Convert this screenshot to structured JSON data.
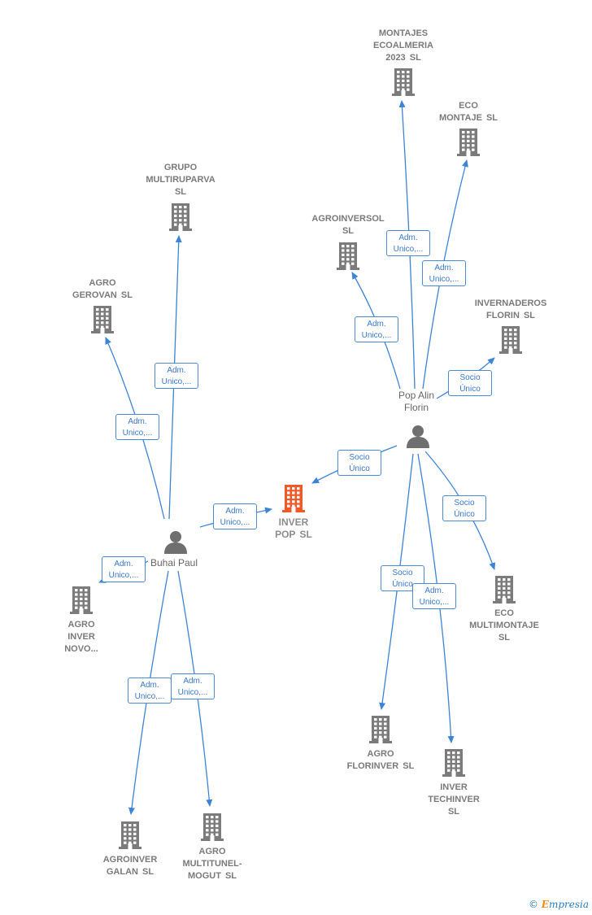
{
  "colors": {
    "edge": "#3d84d6",
    "building": "#7b7b7b",
    "focus": "#f05a28",
    "person": "#6f6f6f"
  },
  "focus": {
    "label": "INVER\nPOP  SL"
  },
  "persons": [
    {
      "id": "pop",
      "label": "Pop Alin\nFlorin"
    },
    {
      "id": "buhai",
      "label": "Buhai Paul"
    }
  ],
  "companies": [
    {
      "id": "montajes",
      "label": "MONTAJES\nECOALMERIA\n2023  SL"
    },
    {
      "id": "eco_montaje",
      "label": "ECO\nMONTAJE  SL"
    },
    {
      "id": "agroinversol",
      "label": "AGROINVERSOL\nSL"
    },
    {
      "id": "invernaderos",
      "label": "INVERNADEROS\nFLORIN  SL"
    },
    {
      "id": "grupo",
      "label": "GRUPO\nMULTIRUPARVA\nSL"
    },
    {
      "id": "gerovan",
      "label": "AGRO\nGEROVAN  SL"
    },
    {
      "id": "eco_multi",
      "label": "ECO\nMULTIMONTAJE\nSL"
    },
    {
      "id": "florinver",
      "label": "AGRO\nFLORINVER  SL"
    },
    {
      "id": "techinver",
      "label": "INVER\nTECHINVER\nSL"
    },
    {
      "id": "novo",
      "label": "AGRO\nINVER\nNOVO..."
    },
    {
      "id": "galan",
      "label": "AGROINVER\nGALAN  SL"
    },
    {
      "id": "multitunel",
      "label": "AGRO\nMULTITUNEL-\nMOGUT  SL"
    }
  ],
  "edge_labels": {
    "adm": "Adm.\nUnico,...",
    "socio": "Socio\nÚnico"
  },
  "brand": {
    "copyright": "©",
    "e": "E",
    "rest": "mpresia"
  }
}
